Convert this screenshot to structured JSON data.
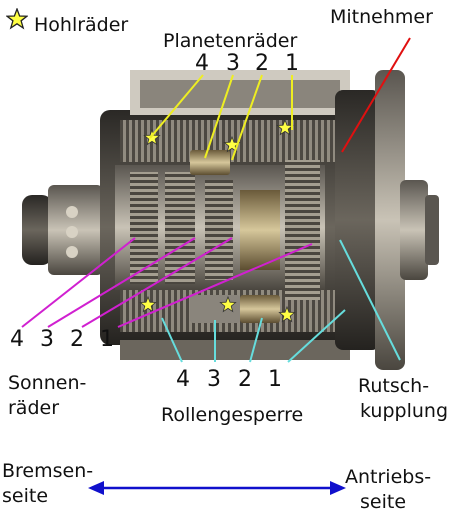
{
  "legend": {
    "text": "Hohlräder",
    "icon": "star-icon"
  },
  "labels": {
    "planetenraeder": "Planetenräder",
    "mitnehmer": "Mitnehmer",
    "sonnenraeder_1": "Sonnen-",
    "sonnenraeder_2": "räder",
    "rollengesperre": "Rollengesperre",
    "rutsch_1": "Rutsch-",
    "rutsch_2": "kupplung",
    "brems_1": "Bremsen-",
    "brems_2": "seite",
    "antrieb_1": "Antriebs-",
    "antrieb_2": "seite"
  },
  "numbers": {
    "planet": [
      "4",
      "3",
      "2",
      "1"
    ],
    "sun": [
      "4",
      "3",
      "2",
      "1"
    ],
    "roller": [
      "4",
      "3",
      "2",
      "1"
    ]
  },
  "colors": {
    "hohlrad_star": "#ffff44",
    "planet_lines": "#eeee22",
    "mitnehmer_line": "#e01010",
    "sun_lines": "#d020d0",
    "roller_lines": "#66dddd",
    "arrow": "#1010cc"
  }
}
